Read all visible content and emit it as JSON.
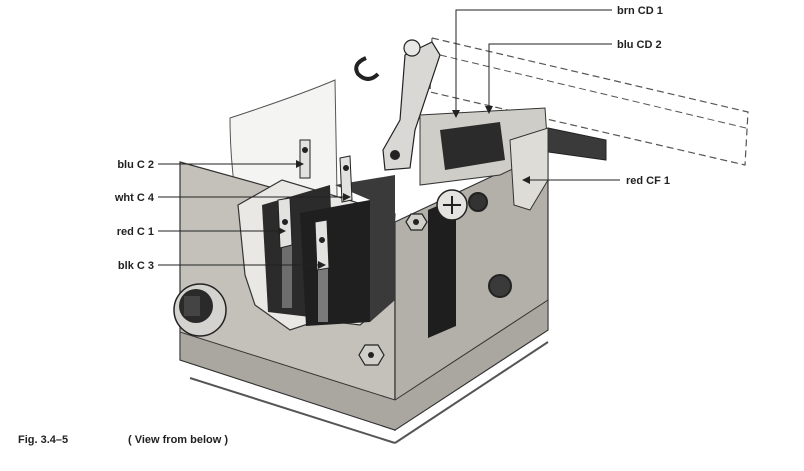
{
  "labels": {
    "brn_cd1": "brn CD 1",
    "blu_cd2": "blu CD 2",
    "blu_c2": "blu C 2",
    "wht_c4": "wht C 4",
    "red_c1": "red C 1",
    "blk_c3": "blk C 3",
    "red_cf1": "red CF 1"
  },
  "caption": {
    "figure": "Fig. 3.4–5",
    "note": "( View from below )"
  },
  "colors": {
    "housing": "#b9b7b0",
    "housing_dark": "#8e8c86",
    "switch_body": "#2b2b2b",
    "line": "#222222"
  }
}
